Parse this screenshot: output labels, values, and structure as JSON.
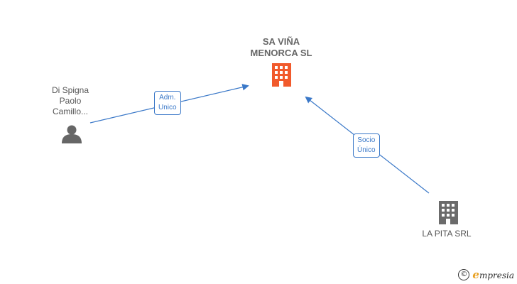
{
  "nodes": {
    "company_main": {
      "name": "SA VIÑA\nMENORCA  SL",
      "icon": "building-icon",
      "color": "#f15a2c"
    },
    "person": {
      "name": "Di Spigna\nPaolo\nCamillo...",
      "icon": "person-icon",
      "color": "#666666"
    },
    "company_sub": {
      "name": "LA PITA SRL",
      "icon": "building-icon",
      "color": "#666666"
    }
  },
  "edges": [
    {
      "label": "Adm.\nUnico",
      "from": "person",
      "to": "company_main"
    },
    {
      "label": "Socio\nÚnico",
      "from": "company_sub",
      "to": "company_main"
    }
  ],
  "colors": {
    "edge": "#3a78c8"
  },
  "footer": {
    "copyright": "©",
    "brand_initial": "e",
    "brand_rest": "mpresia"
  }
}
